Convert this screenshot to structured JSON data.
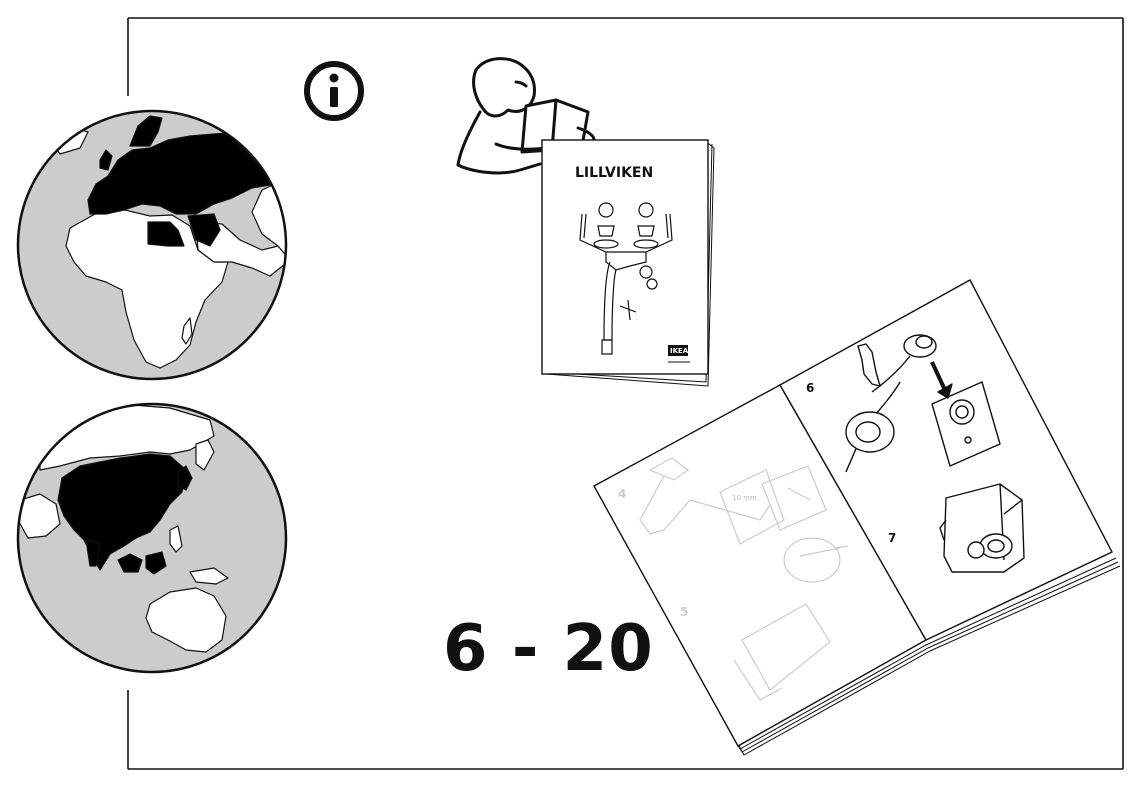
{
  "page": {
    "range": "6 - 20"
  },
  "icons": {
    "info": "info-icon",
    "reading_person": "reading-person-icon",
    "globe_europe_africa": "globe-europe-africa-icon",
    "globe_asia_oceania": "globe-asia-oceania-icon"
  },
  "booklet": {
    "title": "LILLVIKEN",
    "brand": "IKEA"
  },
  "open_manual": {
    "steps": [
      "6",
      "7"
    ],
    "faint_steps": [
      "4",
      "5"
    ],
    "dimension_label": "10 mm"
  },
  "colors": {
    "ink": "#111111",
    "ocean": "#cccccc",
    "land": "#ffffff",
    "highlighted_land": "#000000"
  }
}
